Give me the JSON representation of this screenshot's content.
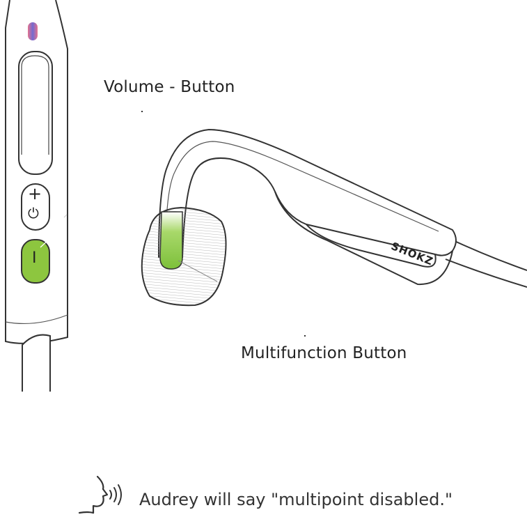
{
  "labels": {
    "volume_button": "Volume - Button",
    "multifunction_button": "Multifunction Button"
  },
  "side_view": {
    "plus_symbol": "+",
    "power_symbol": "⏻",
    "mfb_symbol": "I"
  },
  "earpiece": {
    "brand_logo": "SHOKZ"
  },
  "voice_prompt": {
    "icon": "speaking-head-icon",
    "text": "Audrey will say \"multipoint disabled.\""
  },
  "colors": {
    "highlight_green": "#8dc63f",
    "led_blue_red": "#6a5acd",
    "outline": "#333333"
  }
}
